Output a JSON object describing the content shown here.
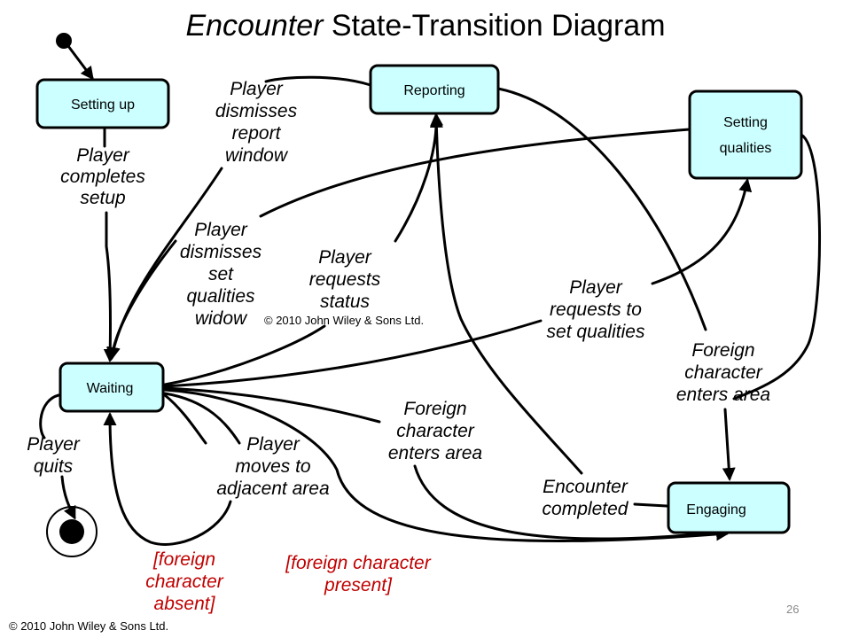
{
  "title": {
    "emphasis": "Encounter",
    "rest": " State-Transition Diagram"
  },
  "states": {
    "setting_up": "Setting up",
    "reporting": "Reporting",
    "setting_qualities": [
      "Setting",
      "qualities"
    ],
    "waiting": "Waiting",
    "engaging": "Engaging"
  },
  "transitions": {
    "completes_setup": [
      "Player",
      "completes",
      "setup"
    ],
    "dismisses_report": [
      "Player",
      "dismisses",
      "report",
      "window"
    ],
    "dismisses_qualities": [
      "Player",
      "dismisses",
      "set",
      "qualities",
      "widow"
    ],
    "requests_status": [
      "Player",
      "requests",
      "status"
    ],
    "requests_qualities": [
      "Player",
      "requests to",
      "set qualities"
    ],
    "foreign_enters_right": [
      "Foreign",
      "character",
      "enters area"
    ],
    "foreign_enters_mid": [
      "Foreign",
      "character",
      "enters area"
    ],
    "moves_adjacent": [
      "Player",
      "moves to",
      "adjacent area"
    ],
    "player_quits": [
      "Player",
      "quits"
    ],
    "encounter_completed": [
      "Encounter",
      "completed"
    ]
  },
  "guards": {
    "foreign_absent": [
      "[foreign",
      "character",
      "absent]"
    ],
    "foreign_present": [
      "[foreign character",
      "present]"
    ]
  },
  "copyright_center": "© 2010 John Wiley & Sons Ltd.",
  "copyright_bottom": "© 2010 John Wiley & Sons Ltd.",
  "page_number": "26",
  "colors": {
    "state_fill": "#ccffff",
    "guard_text": "#c00000",
    "edge": "#000000"
  }
}
